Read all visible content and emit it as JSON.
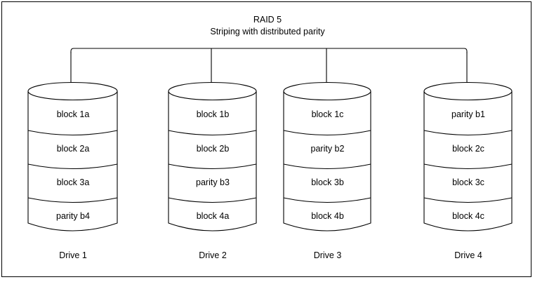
{
  "diagram": {
    "title": "RAID 5",
    "subtitle": "Striping with distributed parity",
    "stroke_color": "#000000",
    "fill_color": "#ffffff",
    "text_color": "#000000",
    "border_color": "#000000",
    "drives": [
      {
        "name": "Drive 1",
        "blocks": [
          "block 1a",
          "block 2a",
          "block 3a",
          "parity b4"
        ]
      },
      {
        "name": "Drive 2",
        "blocks": [
          "block 1b",
          "block 2b",
          "parity b3",
          "block 4a"
        ]
      },
      {
        "name": "Drive 3",
        "blocks": [
          "block 1c",
          "parity b2",
          "block 3b",
          "block 4b"
        ]
      },
      {
        "name": "Drive 4",
        "blocks": [
          "parity b1",
          "block 2c",
          "block 3c",
          "block 4c"
        ]
      }
    ]
  }
}
